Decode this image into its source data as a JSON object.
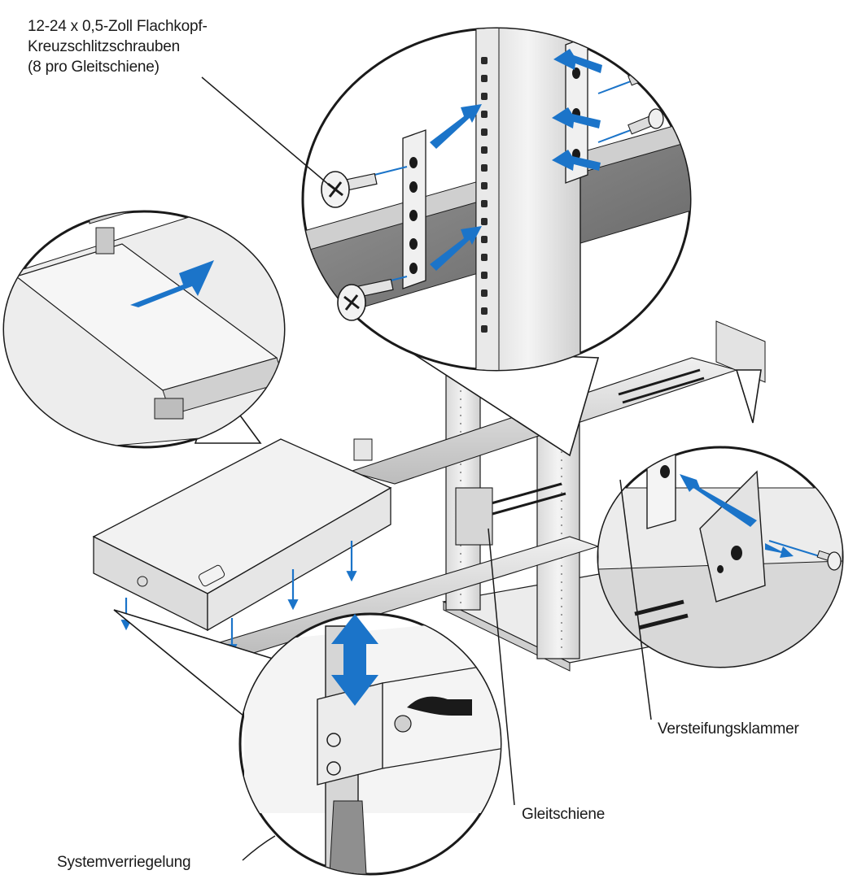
{
  "labels": {
    "screws": {
      "line1": "12-24 x 0,5-Zoll Flachkopf-",
      "line2": "Kreuzschlitzschrauben",
      "line3": "(8 pro Gleitschiene)"
    },
    "brace": "Versteifungsklammer",
    "rail": "Gleitschiene",
    "latch": "Systemverriegelung"
  },
  "colors": {
    "arrow_blue": "#1b74c9",
    "line": "#1a1a1a",
    "metal_light": "#e6e6e6",
    "metal_mid": "#bdbdbd",
    "metal_dark": "#7a7a7a"
  },
  "icons": [
    "phillips-screw-icon",
    "direction-arrow-icon",
    "up-down-arrow-icon"
  ]
}
